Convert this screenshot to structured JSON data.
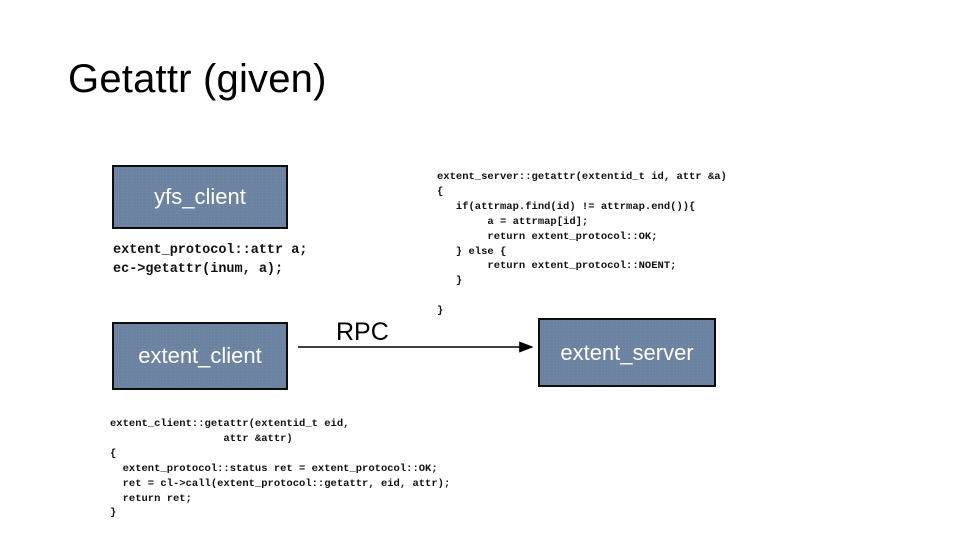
{
  "slide": {
    "title": "Getattr (given)",
    "background_color": "#ffffff"
  },
  "theme": {
    "box_fill": "#6d83a2",
    "box_border": "#0d0d0d",
    "box_text": "#ffffff",
    "code_text": "#111111",
    "arrow_color": "#000000"
  },
  "diagram": {
    "boxes": [
      {
        "id": "yfs-client",
        "label": "yfs_client"
      },
      {
        "id": "extent-client",
        "label": "extent_client"
      },
      {
        "id": "extent-server",
        "label": "extent_server"
      }
    ],
    "arrow": {
      "label": "RPC",
      "from": "extent_client",
      "to": "extent_server",
      "direction": "right"
    }
  },
  "code": {
    "yfs_client": "extent_protocol::attr a;\nec->getattr(inum, a);",
    "extent_server": "extent_server::getattr(extentid_t id, attr &a)\n{\n   if(attrmap.find(id) != attrmap.end()){\n        a = attrmap[id];\n        return extent_protocol::OK;\n   } else {\n        return extent_protocol::NOENT;\n   }\n\n}",
    "extent_client": "extent_client::getattr(extentid_t eid,\n                  attr &attr)\n{\n  extent_protocol::status ret = extent_protocol::OK;\n  ret = cl->call(extent_protocol::getattr, eid, attr);\n  return ret;\n}"
  }
}
